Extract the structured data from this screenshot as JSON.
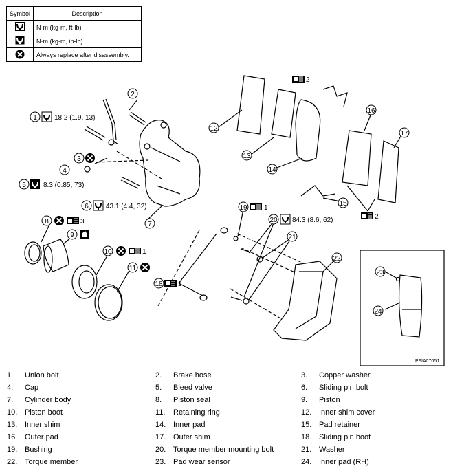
{
  "symbol_table": {
    "headers": [
      "Symbol",
      "Description"
    ],
    "rows": [
      {
        "icon": "torque-wrench-icon",
        "text": "N·m (kg-m, ft-lb)"
      },
      {
        "icon": "torque-wrench-small-icon",
        "text": "N·m (kg-m, in-lb)"
      },
      {
        "icon": "always-replace-icon",
        "text": "Always replace after disassembly."
      }
    ]
  },
  "callouts": {
    "c1": "1",
    "c2": "2",
    "c3": "3",
    "c4": "4",
    "c5": "5",
    "c6": "6",
    "c7": "7",
    "c8": "8",
    "c9": "9",
    "c10": "10",
    "c11": "11",
    "c12": "12",
    "c13": "13",
    "c14": "14",
    "c15": "15",
    "c16": "16",
    "c17": "17",
    "c18": "18",
    "c19": "19",
    "c20": "20",
    "c21": "21",
    "c22": "22",
    "c23": "23",
    "c24": "24"
  },
  "torques": {
    "t1": "18.2 (1.9, 13)",
    "t5": "8.3 (0.85, 73)",
    "t6": "43.1 (4.4, 32)",
    "t20": "84.3 (8.6, 62)"
  },
  "grease_counts": {
    "g8": "3",
    "g10": "1",
    "g18": "1",
    "g19": "1",
    "g15": "2",
    "g17": "2"
  },
  "ref_code": "PFIA0705J",
  "parts": [
    {
      "num": "1.",
      "name": "Union bolt"
    },
    {
      "num": "2.",
      "name": "Brake hose"
    },
    {
      "num": "3.",
      "name": "Copper washer"
    },
    {
      "num": "4.",
      "name": "Cap"
    },
    {
      "num": "5.",
      "name": "Bleed valve"
    },
    {
      "num": "6.",
      "name": "Sliding pin bolt"
    },
    {
      "num": "7.",
      "name": "Cylinder body"
    },
    {
      "num": "8.",
      "name": "Piston seal"
    },
    {
      "num": "9.",
      "name": "Piston"
    },
    {
      "num": "10.",
      "name": "Piston boot"
    },
    {
      "num": "11.",
      "name": "Retaining ring"
    },
    {
      "num": "12.",
      "name": "Inner shim cover"
    },
    {
      "num": "13.",
      "name": "Inner shim"
    },
    {
      "num": "14.",
      "name": "Inner pad"
    },
    {
      "num": "15.",
      "name": "Pad retainer"
    },
    {
      "num": "16.",
      "name": "Outer pad"
    },
    {
      "num": "17.",
      "name": "Outer shim"
    },
    {
      "num": "18.",
      "name": "Sliding pin boot"
    },
    {
      "num": "19.",
      "name": "Bushing"
    },
    {
      "num": "20.",
      "name": "Torque member mounting bolt"
    },
    {
      "num": "21.",
      "name": "Washer"
    },
    {
      "num": "22.",
      "name": "Torque member"
    },
    {
      "num": "23.",
      "name": "Pad wear sensor"
    },
    {
      "num": "24.",
      "name": "Inner pad (RH)"
    }
  ]
}
